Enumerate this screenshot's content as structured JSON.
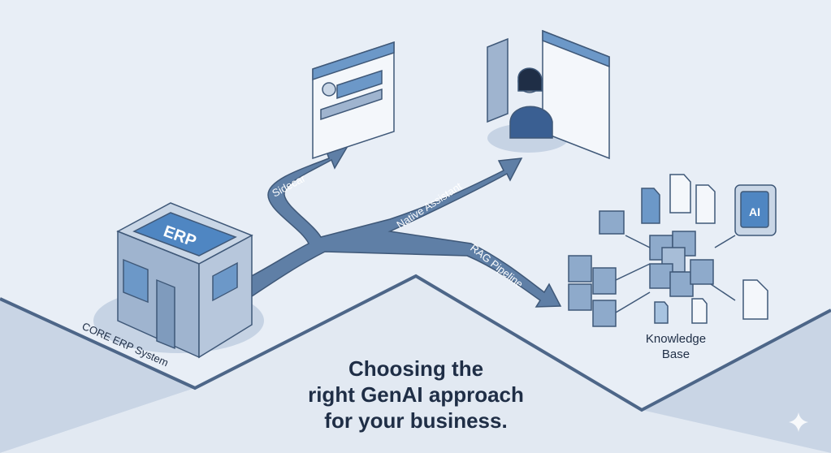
{
  "title": {
    "line1": "Choosing the",
    "line2": "right GenAI approach",
    "line3": "for your business."
  },
  "core": {
    "label": "CORE ERP System",
    "badge": "ERP"
  },
  "paths": [
    {
      "label": "Sidecar"
    },
    {
      "label": "Native Assistant"
    },
    {
      "label": "RAG Pipeline"
    }
  ],
  "knowledge_base": {
    "line1": "Knowledge",
    "line2": "Base",
    "ai_badge": "AI"
  },
  "colors": {
    "accent": "#4f7fb8",
    "arrow": "#5a7aa0",
    "dark_text": "#1f2e46",
    "background": "#e8eef6"
  }
}
